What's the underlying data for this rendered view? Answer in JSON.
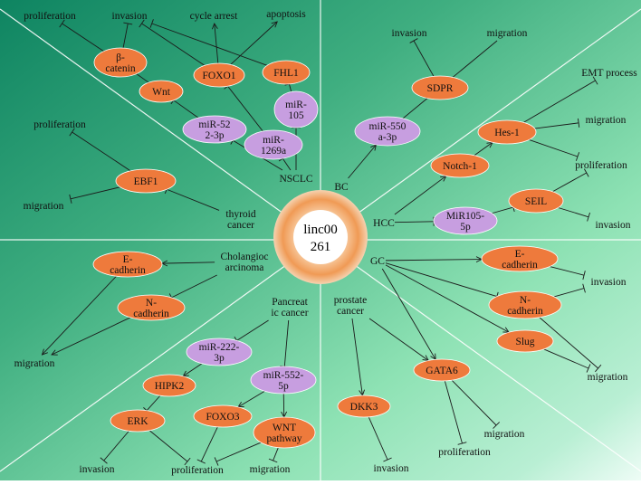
{
  "center": {
    "line1": "linc00",
    "line2": "261"
  },
  "colors": {
    "gene": "#ee7a3c",
    "mirna": "#c79ee0",
    "bg_dark": "#1d8a63",
    "bg_light": "#a8ecc8"
  },
  "nodes": {
    "n_proliferation_tl": {
      "text": "proliferation",
      "type": "text"
    },
    "n_invasion_tl": {
      "text": "invasion",
      "type": "text"
    },
    "n_cycle_arrest": {
      "text": "cycle arrest",
      "type": "text"
    },
    "n_apoptosis": {
      "text": "apoptosis",
      "type": "text"
    },
    "n_b_catenin": {
      "text": "β-\ncatenin",
      "type": "gene"
    },
    "n_foxo1": {
      "text": "FOXO1",
      "type": "gene"
    },
    "n_fhl1": {
      "text": "FHL1",
      "type": "gene"
    },
    "n_wnt_tl": {
      "text": "Wnt",
      "type": "gene"
    },
    "n_mir105": {
      "text": "miR-\n105",
      "type": "mirna"
    },
    "n_mir522": {
      "text": "miR-52\n2-3p",
      "type": "mirna"
    },
    "n_mir1269a": {
      "text": "miR-\n1269a",
      "type": "mirna"
    },
    "n_nsclc": {
      "text": "NSCLC",
      "type": "text"
    },
    "n_proliferation_tl2": {
      "text": "proliferation",
      "type": "text"
    },
    "n_ebf1": {
      "text": "EBF1",
      "type": "gene"
    },
    "n_migration_tl": {
      "text": "migration",
      "type": "text"
    },
    "n_thyroid": {
      "text": "thyroid\ncancer",
      "type": "text"
    },
    "n_invasion_bc": {
      "text": "invasion",
      "type": "text"
    },
    "n_migration_bc": {
      "text": "migration",
      "type": "text"
    },
    "n_sdpr": {
      "text": "SDPR",
      "type": "gene"
    },
    "n_mir550": {
      "text": "miR-550\na-3p",
      "type": "mirna"
    },
    "n_bc": {
      "text": "BC",
      "type": "text"
    },
    "n_emt": {
      "text": "EMT process",
      "type": "text"
    },
    "n_hes1": {
      "text": "Hes-1",
      "type": "gene"
    },
    "n_migration_hcc": {
      "text": "migration",
      "type": "text"
    },
    "n_notch1": {
      "text": "Notch-1",
      "type": "gene"
    },
    "n_proliferation_hcc": {
      "text": "proliferation",
      "type": "text"
    },
    "n_seil": {
      "text": "SEIL",
      "type": "gene"
    },
    "n_hcc": {
      "text": "HCC",
      "type": "text"
    },
    "n_mir105_5p": {
      "text": "MiR105-\n5p",
      "type": "mirna"
    },
    "n_invasion_hcc": {
      "text": "invasion",
      "type": "text"
    },
    "n_e_cad_l": {
      "text": "E-\ncadherin",
      "type": "gene"
    },
    "n_cholangio": {
      "text": "Cholangioc\narcinoma",
      "type": "text"
    },
    "n_n_cad_l": {
      "text": "N-\ncadherin",
      "type": "gene"
    },
    "n_migration_chol": {
      "text": "migration",
      "type": "text"
    },
    "n_pancreatic": {
      "text": "Pancreat\nic cancer",
      "type": "text"
    },
    "n_mir222": {
      "text": "miR-222-\n3p",
      "type": "mirna"
    },
    "n_mir552": {
      "text": "miR-552-\n5p",
      "type": "mirna"
    },
    "n_hipk2": {
      "text": "HIPK2",
      "type": "gene"
    },
    "n_erk": {
      "text": "ERK",
      "type": "gene"
    },
    "n_foxo3": {
      "text": "FOXO3",
      "type": "gene"
    },
    "n_wnt_path": {
      "text": "WNT\npathway",
      "type": "gene"
    },
    "n_invasion_pan": {
      "text": "invasion",
      "type": "text"
    },
    "n_proliferation_pan": {
      "text": "proliferation",
      "type": "text"
    },
    "n_migration_pan": {
      "text": "migration",
      "type": "text"
    },
    "n_gc": {
      "text": "GC",
      "type": "text"
    },
    "n_e_cad_r": {
      "text": "E-\ncadherin",
      "type": "gene"
    },
    "n_invasion_gc": {
      "text": "invasion",
      "type": "text"
    },
    "n_n_cad_r": {
      "text": "N-\ncadherin",
      "type": "gene"
    },
    "n_slug": {
      "text": "Slug",
      "type": "gene"
    },
    "n_migration_gc": {
      "text": "migration",
      "type": "text"
    },
    "n_prostate": {
      "text": "prostate\ncancer",
      "type": "text"
    },
    "n_gata6": {
      "text": "GATA6",
      "type": "gene"
    },
    "n_dkk3": {
      "text": "DKK3",
      "type": "gene"
    },
    "n_migration_pro": {
      "text": "migration",
      "type": "text"
    },
    "n_proliferation_pro": {
      "text": "proliferation",
      "type": "text"
    },
    "n_invasion_pro": {
      "text": "invasion",
      "type": "text"
    }
  }
}
